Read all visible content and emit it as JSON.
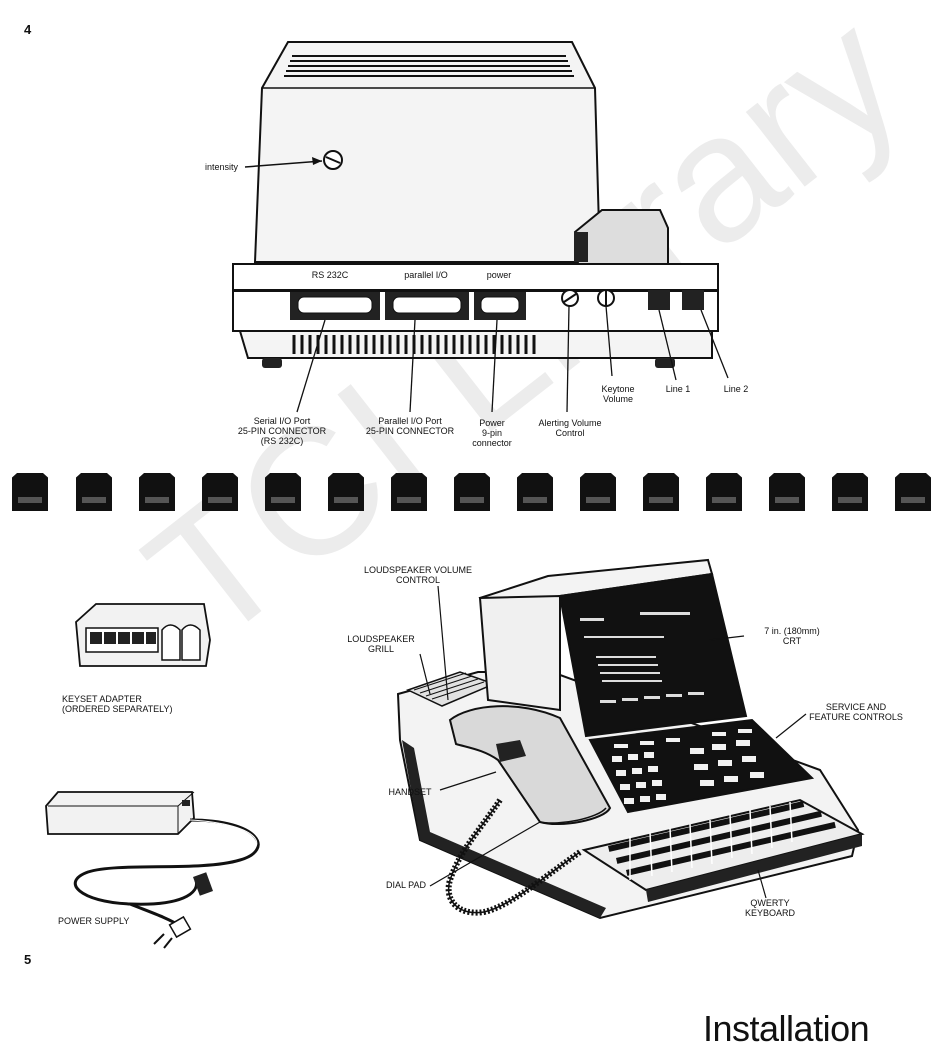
{
  "page": {
    "fig4_number": "4",
    "fig5_number": "5",
    "title": "Installation",
    "watermark": "TCI Library"
  },
  "fig4": {
    "intensity": "intensity",
    "port_labels": {
      "rs232c": "RS 232C",
      "parallel": "parallel I/O",
      "power": "power"
    },
    "callouts": {
      "serial_line1": "Serial I/O Port",
      "serial_line2": "25-PIN CONNECTOR",
      "serial_line3": "(RS 232C)",
      "parallel_line1": "Parallel I/O Port",
      "parallel_line2": "25-PIN CONNECTOR",
      "power_line1": "Power",
      "power_line2": "9-pin",
      "power_line3": "connector",
      "alerting_line1": "Alerting Volume",
      "alerting_line2": "Control",
      "keytone_line1": "Keytone",
      "keytone_line2": "Volume",
      "line1": "Line 1",
      "line2": "Line 2"
    }
  },
  "fig5": {
    "loudspeaker_volume_line1": "LOUDSPEAKER VOLUME",
    "loudspeaker_volume_line2": "CONTROL",
    "loudspeaker_grill_line1": "LOUDSPEAKER",
    "loudspeaker_grill_line2": "GRILL",
    "crt_line1": "7 in. (180mm)",
    "crt_line2": "CRT",
    "service_line1": "SERVICE AND",
    "service_line2": "FEATURE CONTROLS",
    "handset": "HANDSET",
    "dial_pad": "DIAL PAD",
    "keyboard_line1": "QWERTY",
    "keyboard_line2": "KEYBOARD",
    "keyset_line1": "KEYSET ADAPTER",
    "keyset_line2": "(ORDERED SEPARATELY)",
    "power_supply": "POWER SUPPLY"
  }
}
